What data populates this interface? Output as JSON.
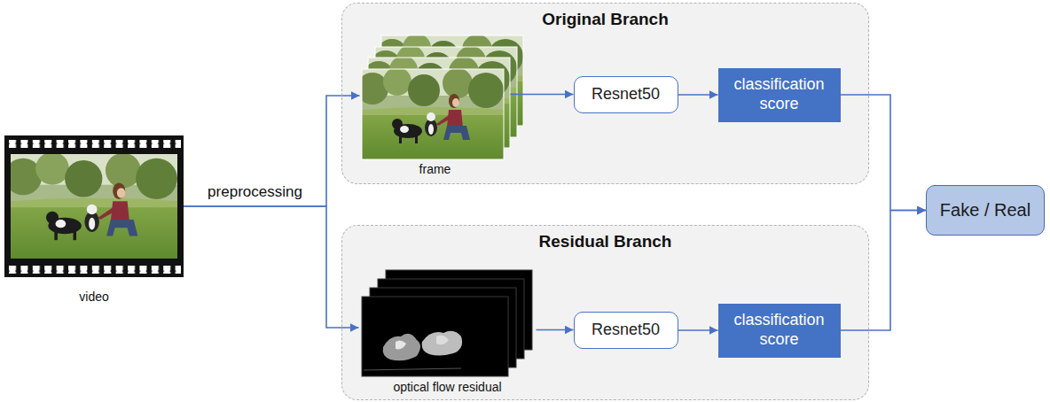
{
  "diagram": {
    "nodes": [
      {
        "text": [
          "video"
        ]
      },
      {
        "text": [
          "Original Branch"
        ]
      },
      {
        "text": [
          "frame"
        ],
        "in": 1
      },
      {
        "text": [
          "Resnet50"
        ],
        "in": 1
      },
      {
        "text": [
          "classification score"
        ],
        "in": 1
      },
      {
        "text": [
          "Residual Branch"
        ]
      },
      {
        "text": [
          "optical flow residual"
        ],
        "in": 5
      },
      {
        "text": [
          "Resnet50"
        ],
        "in": 5
      },
      {
        "text": [
          "classification score"
        ],
        "in": 5
      },
      {
        "text": [
          "Fake / Real"
        ]
      }
    ],
    "edges": [
      {
        "from": 0,
        "to": 2,
        "arrow": "to",
        "label": "preprocessing"
      },
      {
        "from": 0,
        "to": 6,
        "arrow": "to"
      },
      {
        "from": 2,
        "to": 3,
        "arrow": "to"
      },
      {
        "from": 3,
        "to": 4,
        "arrow": "to"
      },
      {
        "from": 6,
        "to": 7,
        "arrow": "to"
      },
      {
        "from": 7,
        "to": 8,
        "arrow": "to"
      },
      {
        "from": 4,
        "to": 9,
        "arrow": "to"
      },
      {
        "from": 8,
        "to": 9,
        "arrow": "to"
      }
    ]
  }
}
